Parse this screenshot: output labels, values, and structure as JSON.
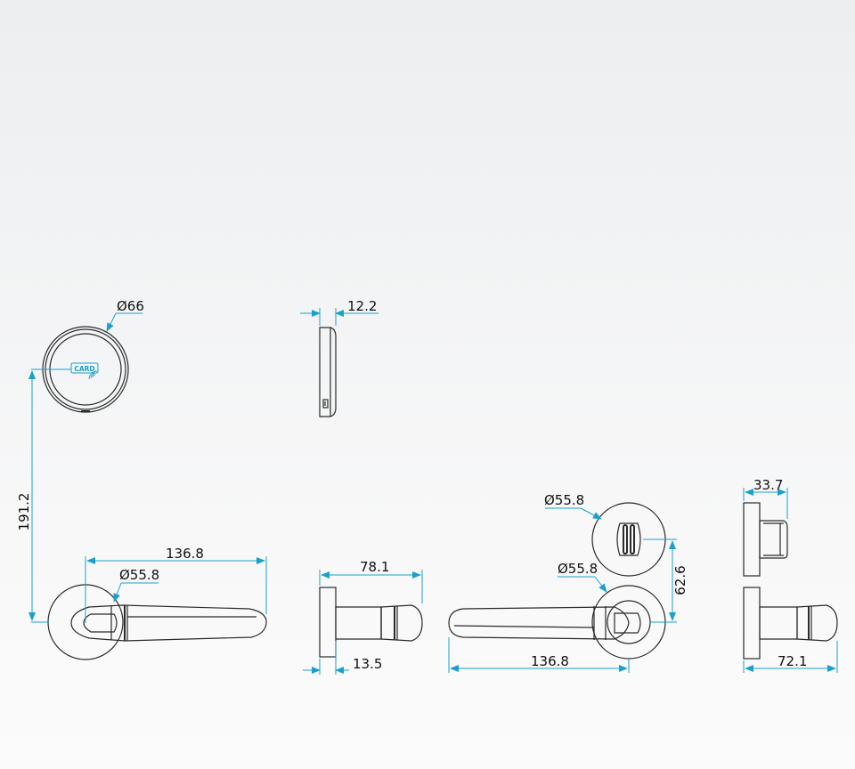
{
  "colors": {
    "dimension_line": "#1aa0cc",
    "outline": "#2a2a2a",
    "card_badge": "#1aa0cc"
  },
  "card_reader": {
    "badge_text": "CARD",
    "diameter_label": "Ø66",
    "thickness_label": "12.2"
  },
  "left_handle": {
    "height_label": "191.2",
    "length_label": "136.8",
    "rose_label": "Ø55.8"
  },
  "left_side_view": {
    "projection_label": "78.1",
    "base_label": "13.5"
  },
  "right_handle": {
    "thumbturn_rose_label": "Ø55.8",
    "handle_rose_label": "Ø55.8",
    "spacing_label": "62.6",
    "length_label": "136.8"
  },
  "right_side_view": {
    "thumbturn_depth_label": "33.7",
    "projection_label": "72.1"
  }
}
